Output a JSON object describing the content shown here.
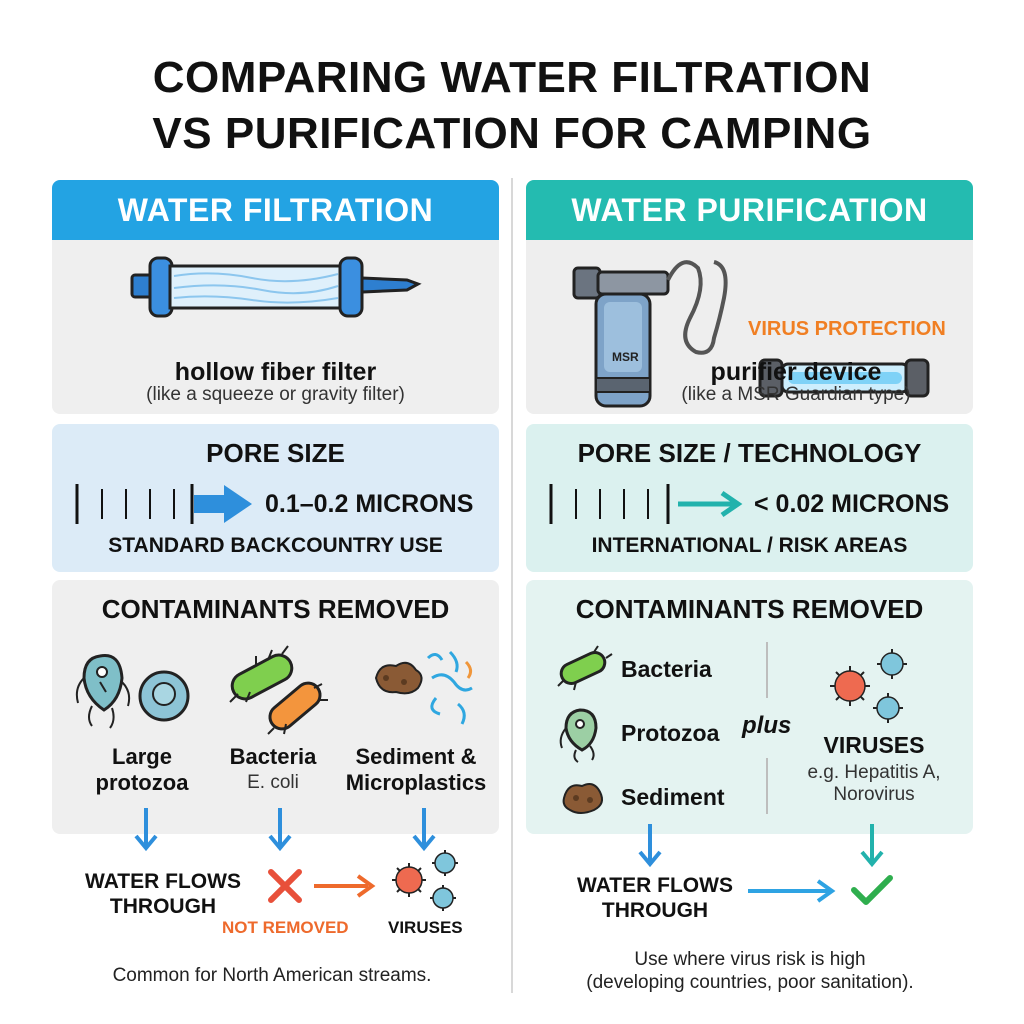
{
  "title_line1": "COMPARING WATER FILTRATION",
  "title_line2": "VS PURIFICATION FOR CAMPING",
  "filtration": {
    "header": "WATER FILTRATION",
    "device_name": "hollow fiber filter",
    "device_sub": "(like a squeeze or gravity filter)",
    "pore_title": "PORE SIZE",
    "pore_value": "0.1–0.2 MICRONS",
    "pore_note": "STANDARD BACKCOUNTRY USE",
    "contaminants_title": "CONTAMINANTS REMOVED",
    "items": [
      {
        "label1": "Large",
        "label2": "protozoa",
        "sub": ""
      },
      {
        "label1": "Bacteria",
        "label2": "",
        "sub": "E. coli"
      },
      {
        "label1": "Sediment &",
        "label2": "Microplastics",
        "sub": ""
      }
    ],
    "flow_line1": "WATER FLOWS",
    "flow_line2": "THROUGH",
    "not_removed": "NOT REMOVED",
    "viruses": "VIRUSES",
    "footer": "Common for North American streams."
  },
  "purification": {
    "header": "WATER PURIFICATION",
    "virus_protection": "VIRUS PROTECTION",
    "brand": "MSR",
    "device_name": "purifier device",
    "device_sub": "(like a MSR Guardian type)",
    "pore_title": "PORE SIZE / TECHNOLOGY",
    "pore_value": "< 0.02 MICRONS",
    "pore_note": "INTERNATIONAL / RISK AREAS",
    "contaminants_title": "CONTAMINANTS REMOVED",
    "list": [
      "Bacteria",
      "Protozoa",
      "Sediment"
    ],
    "plus": "plus",
    "viruses": "VIRUSES",
    "viruses_sub1": "e.g. Hepatitis A,",
    "viruses_sub2": "Norovirus",
    "flow_line1": "WATER FLOWS",
    "flow_line2": "THROUGH",
    "footer1": "Use where virus risk is high",
    "footer2": "(developing countries, poor sanitation)."
  },
  "colors": {
    "filtration_accent": "#23a3e3",
    "purification_accent": "#24bbb0",
    "not_removed": "#ee6a2c",
    "check": "#2fae4e"
  }
}
